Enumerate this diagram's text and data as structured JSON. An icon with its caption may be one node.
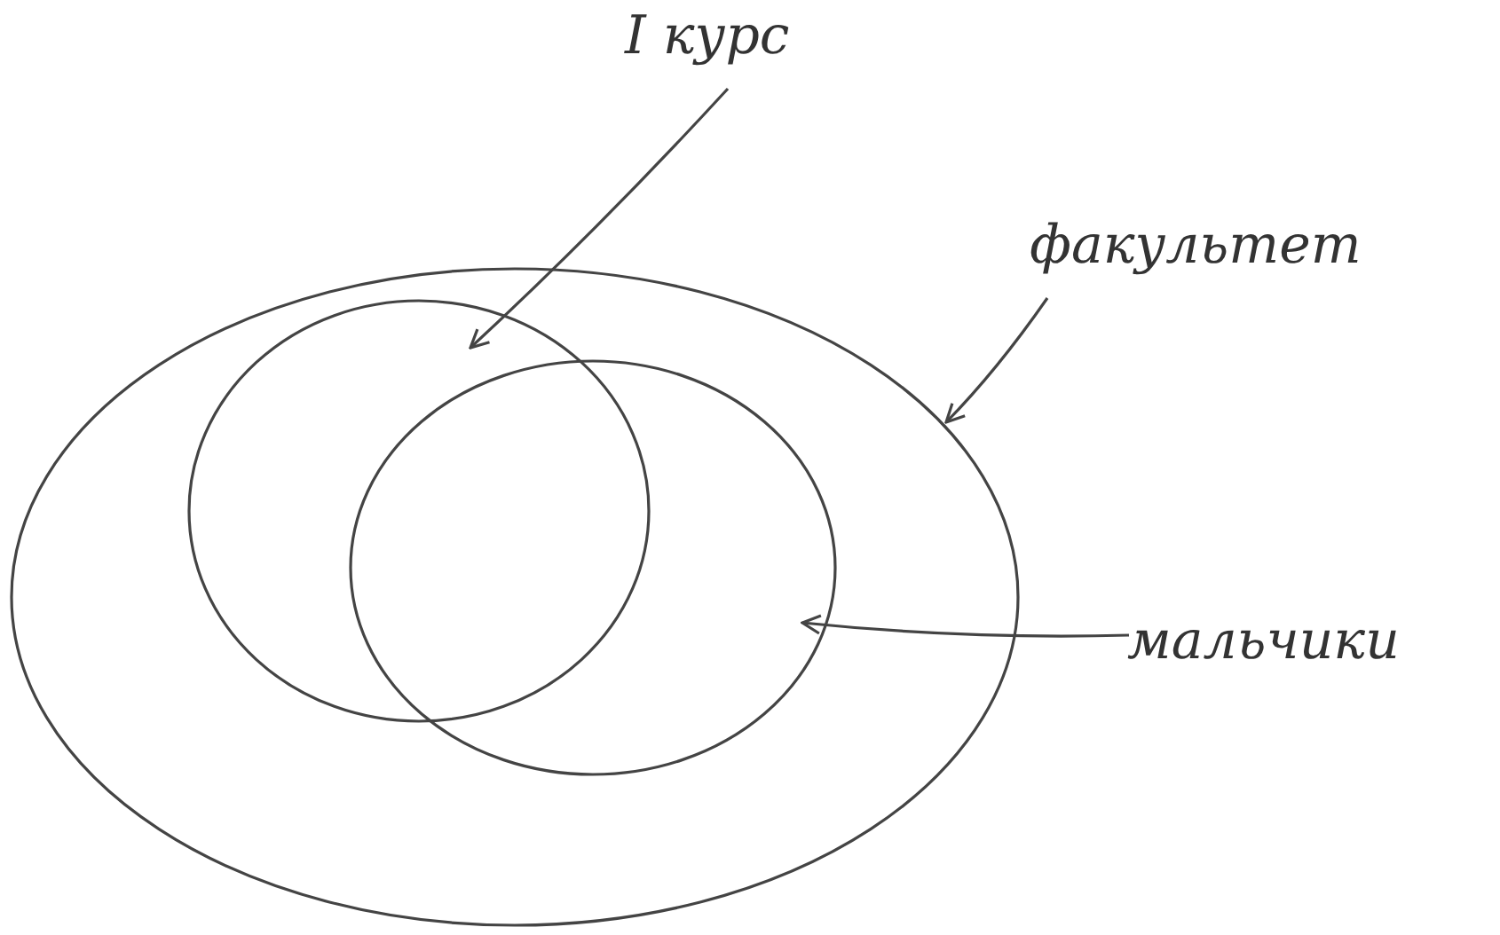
{
  "diagram": {
    "nodes": [
      {
        "text": [],
        "shape": "circle"
      },
      {
        "text": [],
        "shape": "circle",
        "in": 0
      },
      {
        "text": [],
        "shape": "circle",
        "in": 0
      },
      {
        "text": [
          "I курс"
        ]
      },
      {
        "text": [
          "факультет"
        ]
      },
      {
        "text": [
          "мальчики"
        ]
      }
    ],
    "edges": [
      {
        "from": 3,
        "to": 1,
        "arrow": "to"
      },
      {
        "from": 4,
        "to": 0,
        "arrow": "to"
      },
      {
        "from": 5,
        "to": 2,
        "arrow": "to"
      }
    ]
  }
}
